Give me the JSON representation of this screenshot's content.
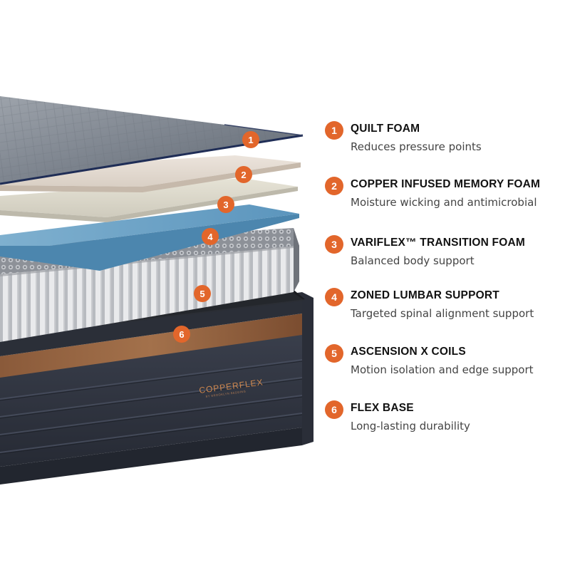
{
  "colors": {
    "accent": "#e2662b",
    "title": "#111111",
    "description": "#444444"
  },
  "brand": {
    "name": "COPPERFLEX",
    "tagline": "BY BROOKLYN BEDDING"
  },
  "layers": [
    {
      "number": "1",
      "title": "QUILT FOAM",
      "description": "Reduces pressure points"
    },
    {
      "number": "2",
      "title": "COPPER INFUSED MEMORY FOAM",
      "description": "Moisture wicking and antimicrobial"
    },
    {
      "number": "3",
      "title": "VARIFLEX™ TRANSITION FOAM",
      "description": "Balanced body support"
    },
    {
      "number": "4",
      "title": "ZONED LUMBAR SUPPORT",
      "description": "Targeted spinal alignment support"
    },
    {
      "number": "5",
      "title": "ASCENSION X COILS",
      "description": "Motion isolation and edge support"
    },
    {
      "number": "6",
      "title": "FLEX BASE",
      "description": "Long-lasting durability"
    }
  ]
}
